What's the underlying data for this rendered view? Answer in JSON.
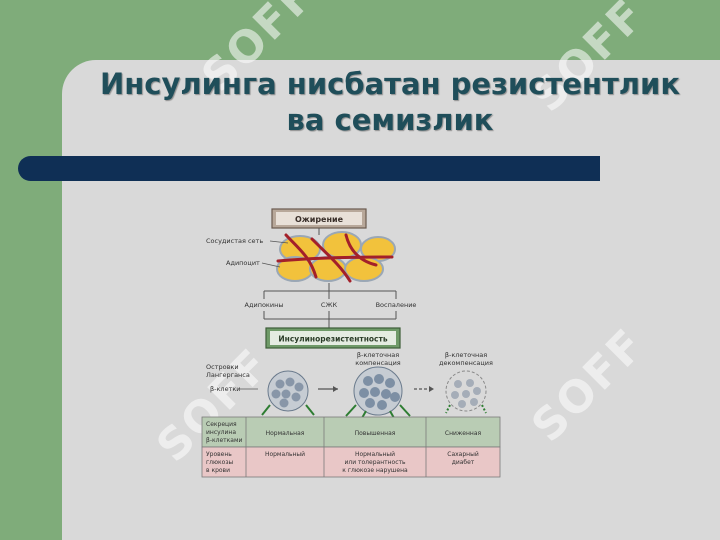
{
  "slide": {
    "title_line1": "Инсулинга нисбатан резистентлик",
    "title_line2": "ва семизлик"
  },
  "watermark": {
    "text": "SOFF"
  },
  "diagram": {
    "obesity": "Ожирение",
    "vascular_net": "Сосудистая сеть",
    "adipocyte": "Адипоцит",
    "adipokines": "Адипокины",
    "ffa": "СЖК",
    "inflammation": "Воспаление",
    "insulin_resistance": "Инсулинорезистентность",
    "islets_1": "Островки",
    "islets_2": "Лангерганса",
    "beta_cells": "β-клетки",
    "compensation_1": "β-клеточная",
    "compensation_2": "компенсация",
    "decompensation_1": "β-клеточная",
    "decompensation_2": "декомпенсация",
    "row1_label_1": "Секреция",
    "row1_label_2": "инсулина",
    "row1_label_3": "β-клетками",
    "row1_normal": "Нормальная",
    "row1_increased": "Повышенная",
    "row1_decreased": "Сниженная",
    "row2_label_1": "Уровень",
    "row2_label_2": "глюкозы",
    "row2_label_3": "в крови",
    "row2_normal": "Нормальный",
    "row2_impaired_1": "Нормальный",
    "row2_impaired_2": "или толерантность",
    "row2_impaired_3": "к глюкозе нарушена",
    "row2_diabetes_1": "Сахарный",
    "row2_diabetes_2": "диабет"
  },
  "colors": {
    "background_green": "#7fac7a",
    "slide_gray": "#d9d9d9",
    "title": "#1f4e5a",
    "band": "#0f2f55",
    "adipocyte": "#f2c23c",
    "vessel": "#a3202a",
    "label_box": "#8fb88a"
  }
}
